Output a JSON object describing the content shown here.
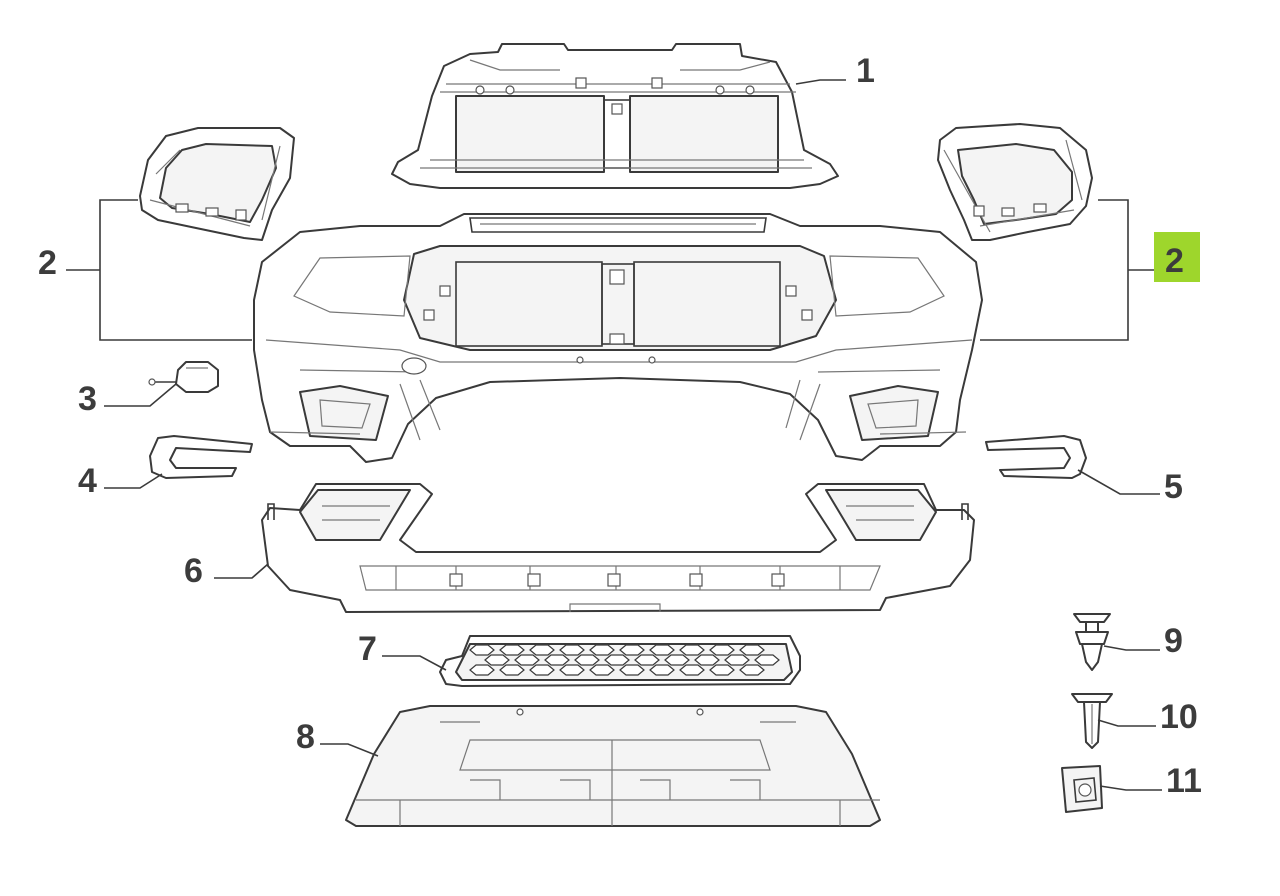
{
  "callouts": {
    "c1": "1",
    "c2_left": "2",
    "c2_right": "2",
    "c3": "3",
    "c4": "4",
    "c5": "5",
    "c6": "6",
    "c7": "7",
    "c8": "8",
    "c9": "9",
    "c10": "10",
    "c11": "11"
  },
  "colors": {
    "highlight": "#9ed62c",
    "line": "#3a3a3a",
    "text": "#3c3c3c"
  },
  "highlighted_callout": "c2_right"
}
